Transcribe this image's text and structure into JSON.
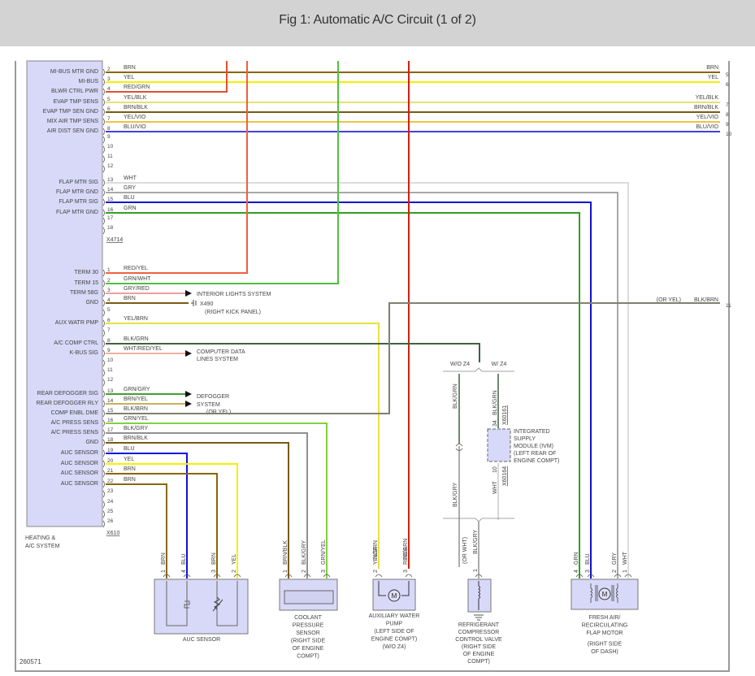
{
  "header": {
    "title": "Fig 1: Automatic A/C Circuit (1 of 2)"
  },
  "figure_id": "260571",
  "module": {
    "name_line1": "HEATING &",
    "name_line2": "A/C SYSTEM",
    "connectors": [
      {
        "id": "X4714",
        "pins": [
          {
            "pin": "2",
            "label": "MI-BUS MTR GND",
            "wire": "BRN",
            "color": "#8b6508",
            "right_pin": "5",
            "right_label": "BRN"
          },
          {
            "pin": "3",
            "label": "MI-BUS",
            "wire": "YEL",
            "color": "#f5f000",
            "right_pin": "6",
            "right_label": "YEL"
          },
          {
            "pin": "4",
            "label": "BLWR CTRL PWR",
            "wire": "RED/GRN",
            "color": "#e05030"
          },
          {
            "pin": "5",
            "label": "EVAP TMP SENS",
            "wire": "YEL/BLK",
            "color": "#e8e070",
            "right_pin": "7",
            "right_label": "YEL/BLK"
          },
          {
            "pin": "6",
            "label": "EVAP TMP SEN GND",
            "wire": "BRN/BLK",
            "color": "#7a5a10",
            "right_pin": "8",
            "right_label": "BRN/BLK"
          },
          {
            "pin": "7",
            "label": "MIX AIR TMP SENS",
            "wire": "YEL/VIO",
            "color": "#f0c040",
            "right_pin": "9",
            "right_label": "YEL/VIO"
          },
          {
            "pin": "8",
            "label": "AIR DIST SEN GND",
            "wire": "BLU/VIO",
            "color": "#4040e0",
            "right_pin": "10",
            "right_label": "BLU/VIO"
          },
          {
            "pin": "9",
            "label": "",
            "wire": ""
          },
          {
            "pin": "10",
            "label": "",
            "wire": ""
          },
          {
            "pin": "11",
            "label": "",
            "wire": ""
          },
          {
            "pin": "12",
            "label": "",
            "wire": ""
          },
          {
            "pin": "13",
            "label": "FLAP MTR SIG",
            "wire": "WHT",
            "color": "#d8d8d8"
          },
          {
            "pin": "14",
            "label": "FLAP MTR GND",
            "wire": "GRY",
            "color": "#a8a8a8"
          },
          {
            "pin": "15",
            "label": "FLAP MTR SIG",
            "wire": "BLU",
            "color": "#1010d0"
          },
          {
            "pin": "16",
            "label": "FLAP MTR GND",
            "wire": "GRN",
            "color": "#30a020"
          },
          {
            "pin": "17",
            "label": "",
            "wire": ""
          },
          {
            "pin": "18",
            "label": "",
            "wire": ""
          }
        ]
      },
      {
        "id": "X610",
        "pins": [
          {
            "pin": "1",
            "label": "TERM 30",
            "wire": "RED/YEL",
            "color": "#f06040"
          },
          {
            "pin": "2",
            "label": "TERM 15",
            "wire": "GRN/WHT",
            "color": "#50c040"
          },
          {
            "pin": "3",
            "label": "TERM 58G",
            "wire": "GRY/RED",
            "color": "#e8a0a0",
            "dest": "INTERIOR LIGHTS SYSTEM"
          },
          {
            "pin": "4",
            "label": "GND",
            "wire": "BRN",
            "color": "#7a5a10",
            "ground": "X490",
            "ground_loc": "(RIGHT KICK PANEL)"
          },
          {
            "pin": "5",
            "label": "",
            "wire": ""
          },
          {
            "pin": "6",
            "label": "AUX WATR PMP",
            "wire": "YEL/BRN",
            "color": "#e8e040"
          },
          {
            "pin": "7",
            "label": "",
            "wire": ""
          },
          {
            "pin": "8",
            "label": "A/C COMP CTRL",
            "wire": "BLK/GRN",
            "color": "#406040"
          },
          {
            "pin": "9",
            "label": "K-BUS SIG",
            "wire": "WHT/RED/YEL",
            "color": "#f0b0a0",
            "dest": "COMPUTER DATA LINES SYSTEM"
          },
          {
            "pin": "10",
            "label": "",
            "wire": ""
          },
          {
            "pin": "11",
            "label": "",
            "wire": ""
          },
          {
            "pin": "12",
            "label": "",
            "wire": ""
          },
          {
            "pin": "13",
            "label": "REAR DEFOGGER SIG",
            "wire": "GRN/GRY",
            "color": "#40a030",
            "dest": "DEFOGGER SYSTEM"
          },
          {
            "pin": "14",
            "label": "REAR DEFOGGER RLY",
            "wire": "BRN/YEL",
            "color": "#c8b060",
            "dest_note": "(OR YEL)"
          },
          {
            "pin": "15",
            "label": "COMP ENBL DME",
            "wire": "BLK/BRN",
            "color": "#808070",
            "right_pin": "11",
            "right_label": "BLK/BRN",
            "right_note": "(OR YEL)"
          },
          {
            "pin": "16",
            "label": "A/C PRESS SENS",
            "wire": "GRN/YEL",
            "color": "#80d040"
          },
          {
            "pin": "17",
            "label": "A/C PRESS SENS",
            "wire": "BLK/GRY",
            "color": "#909090"
          },
          {
            "pin": "18",
            "label": "GND",
            "wire": "BRN/BLK",
            "color": "#7a5a10"
          },
          {
            "pin": "19",
            "label": "AUC SENSOR",
            "wire": "BLU",
            "color": "#1010e0"
          },
          {
            "pin": "20",
            "label": "AUC SENSOR",
            "wire": "YEL",
            "color": "#f5f000"
          },
          {
            "pin": "21",
            "label": "AUC SENSOR",
            "wire": "BRN",
            "color": "#8b6508"
          },
          {
            "pin": "22",
            "label": "AUC SENSOR",
            "wire": "BRN",
            "color": "#8b6508"
          },
          {
            "pin": "23",
            "label": "",
            "wire": ""
          },
          {
            "pin": "24",
            "label": "",
            "wire": ""
          },
          {
            "pin": "25",
            "label": "",
            "wire": ""
          },
          {
            "pin": "26",
            "label": "",
            "wire": ""
          }
        ]
      }
    ]
  },
  "labels": {
    "interior_lights": "INTERIOR LIGHTS SYSTEM",
    "ground_id": "X490",
    "ground_loc": "(RIGHT KICK PANEL)",
    "computer_data_1": "COMPUTER DATA",
    "computer_data_2": "LINES SYSTEM",
    "defogger_1": "DEFOGGER",
    "defogger_2": "SYSTEM",
    "defogger_note": "(OR YEL)",
    "right_or_yel": "(OR YEL)",
    "right_blk_brn": "BLK/BRN",
    "right_pin_11": "11"
  },
  "ivm_branch": {
    "wo_z4": "W/O Z4",
    "w_z4": "W/ Z4",
    "left_wire_top": "BLK/GRN",
    "left_wire_bottom": "BLK/GRY",
    "right_wire_top": "BLK/GRN",
    "right_wire_bottom": "WHT",
    "pin_top": "34",
    "conn_top": "X60161",
    "pin_bottom": "10",
    "conn_bottom": "X60164",
    "module_lines": [
      "INTEGRATED",
      "SUPPLY",
      "MODULE (IVM)",
      "(LEFT REAR OF",
      "ENGINE COMPT)"
    ]
  },
  "components": {
    "auc_sensor": {
      "name": "AUC SENSOR",
      "pins": [
        {
          "pin": "1",
          "wire": "BRN"
        },
        {
          "pin": "4",
          "wire": "BLU"
        },
        {
          "pin": "3",
          "wire": "BRN"
        },
        {
          "pin": "2",
          "wire": "YEL"
        }
      ]
    },
    "coolant_sensor": {
      "lines": [
        "COOLANT",
        "PRESSURE",
        "SENSOR",
        "(RIGHT SIDE",
        "OF ENGINE",
        "COMPT)"
      ],
      "pins": [
        {
          "pin": "1",
          "wire": "BRN/BLK"
        },
        {
          "pin": "2",
          "wire": "BLK/GRY"
        },
        {
          "pin": "3",
          "wire": "GRN/YEL"
        }
      ]
    },
    "water_pump": {
      "lines": [
        "AUXILIARY WATER",
        "PUMP",
        "(LEFT SIDE OF",
        "ENGINE COMPT)",
        "(W/O Z4)"
      ],
      "motor_symbol": "M",
      "pins": [
        {
          "pin": "2",
          "wire": "YEL/BRN",
          "nca": "NCA"
        },
        {
          "pin": "3",
          "wire": "RED/GRN",
          "nca": "NCA"
        }
      ]
    },
    "comp_valve": {
      "lines": [
        "REFRIGERANT",
        "COMPRESSOR",
        "CONTROL VALVE",
        "(RIGHT SIDE",
        "OF ENGINE",
        "COMPT)"
      ],
      "pins": [
        {
          "pin": "1",
          "wire": "BLK/GRY",
          "note": "(OR WHT)"
        }
      ]
    },
    "flap_motor": {
      "lines": [
        "FRESH AIR/",
        "RECIRCULATING",
        "FLAP MOTOR",
        "(RIGHT SIDE",
        "OF DASH)"
      ],
      "motor_symbol": "M",
      "pins": [
        {
          "pin": "4",
          "wire": "GRN"
        },
        {
          "pin": "3",
          "wire": "BLU"
        },
        {
          "pin": "2",
          "wire": "GRY"
        },
        {
          "pin": "1",
          "wire": "WHT"
        }
      ]
    }
  }
}
